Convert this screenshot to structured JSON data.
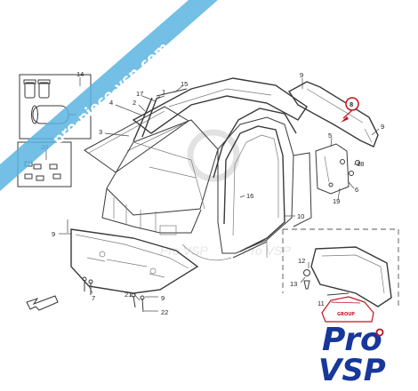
{
  "watermark_banner": {
    "text": "pro-piece-vsp.com",
    "color": "#5ab4e0"
  },
  "background_watermark": {
    "text": "Pro VSP"
  },
  "logo": {
    "line1": "Pro",
    "line2": "VSP",
    "tag": "GROUP",
    "primary_color": "#17379a",
    "accent_color": "#c3121f"
  },
  "highlight_color": "#c3121f",
  "callouts": [
    "14",
    "20",
    "3",
    "4",
    "17",
    "2",
    "1",
    "15",
    "9",
    "8",
    "9",
    "5",
    "18",
    "16",
    "10",
    "19",
    "6",
    "9",
    "7",
    "21",
    "9",
    "22",
    "12",
    "13",
    "11"
  ],
  "icons": [
    "seal-jar-icon",
    "clip-icon",
    "bulb-icon",
    "arrow-icon"
  ]
}
